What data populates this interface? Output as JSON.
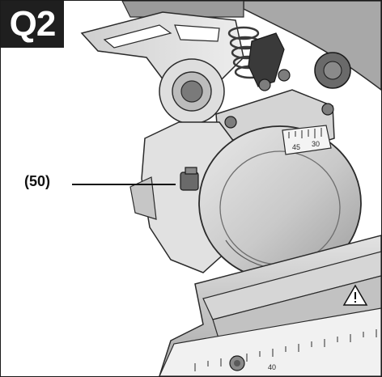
{
  "figure": {
    "badge_label": "Q2",
    "callout_label": "(50)",
    "scale_label_a": "45",
    "scale_label_b": "30",
    "rule_label": "40"
  },
  "colors": {
    "badge_bg": "#1f1f1f",
    "badge_text": "#ffffff",
    "metal_light": "#dcdcdc",
    "metal_mid": "#bdbdbd",
    "metal_dark": "#8e8e8e",
    "outline": "#2a2a2a"
  },
  "icons": [
    "warning-triangle-icon"
  ]
}
